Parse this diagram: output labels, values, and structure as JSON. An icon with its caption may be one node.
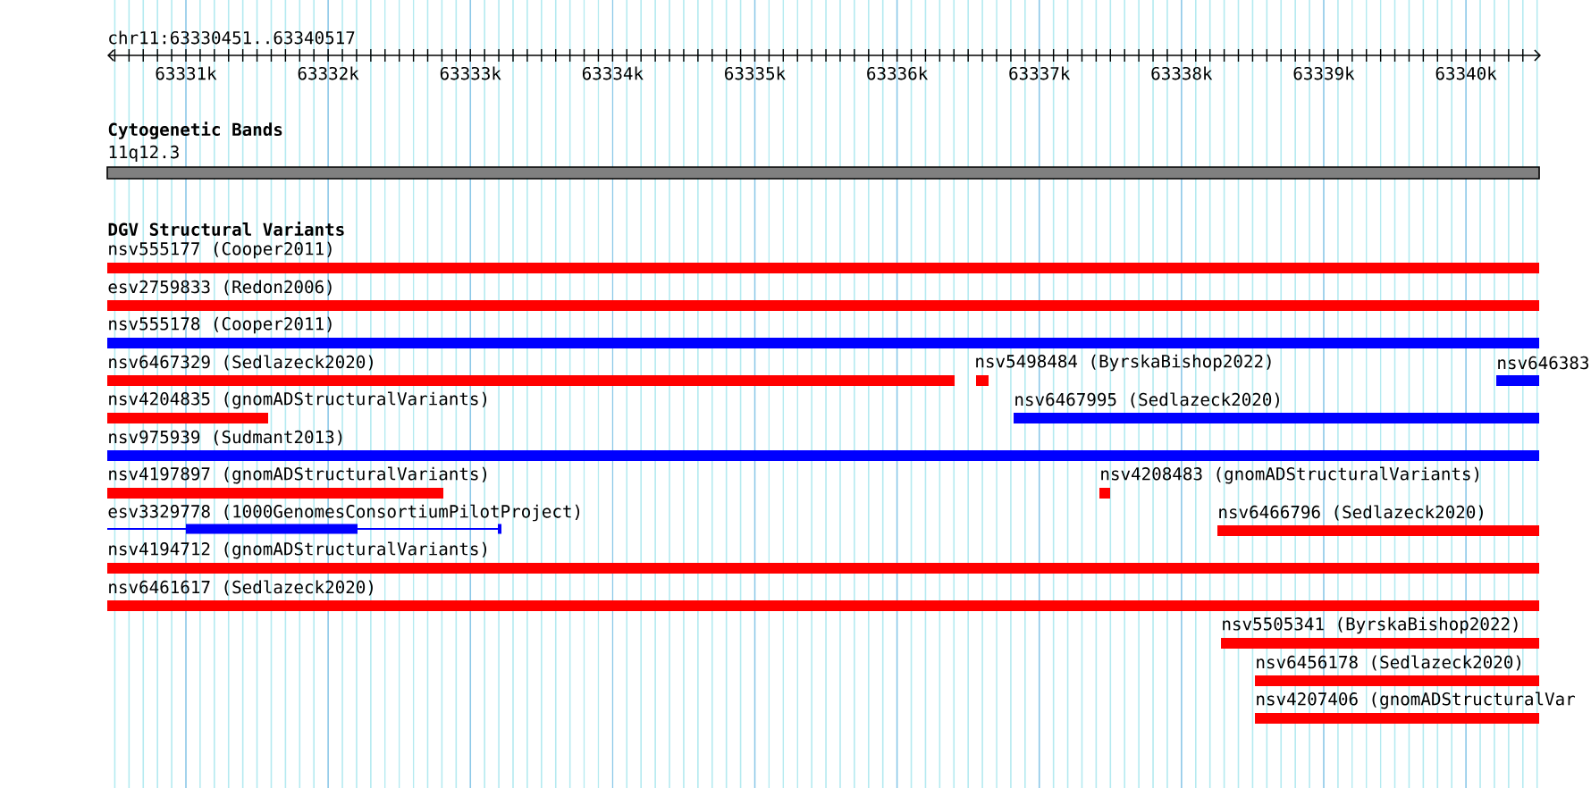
{
  "diagram": {
    "nodes": [
      {
        "text": [
          "11q12.3"
        ]
      },
      {
        "text": [
          "nsv555177 (Cooper2011)"
        ]
      },
      {
        "text": [
          "esv2759833 (Redon2006)"
        ]
      },
      {
        "text": [
          "nsv555178 (Cooper2011)"
        ]
      },
      {
        "text": [
          "nsv6467329 (Sedlazeck2020)"
        ]
      },
      {
        "text": [
          "nsv5498484 (ByrskaBishop2022)"
        ]
      },
      {
        "text": [
          "nsv646383"
        ]
      },
      {
        "text": [
          "nsv4204835 (gnomADStructuralVariants)"
        ]
      },
      {
        "text": [
          "nsv6467995 (Sedlazeck2020)"
        ]
      },
      {
        "text": [
          "nsv975939 (Sudmant2013)"
        ]
      },
      {
        "text": [
          "nsv4197897 (gnomADStructuralVariants)"
        ]
      },
      {
        "text": [
          "nsv4208483 (gnomADStructuralVariants)"
        ]
      },
      {
        "text": [
          "esv3329778 (1000GenomesConsortiumPilotProject)"
        ]
      },
      {
        "text": [
          "nsv6466796 (Sedlazeck2020)"
        ]
      },
      {
        "text": [
          "nsv4194712 (gnomADStructuralVariants)"
        ]
      },
      {
        "text": [
          "nsv6461617 (Sedlazeck2020)"
        ]
      },
      {
        "text": [
          "nsv5505341 (ByrskaBishop2022)"
        ]
      },
      {
        "text": [
          "nsv6456178 (Sedlazeck2020)"
        ]
      },
      {
        "text": [
          "nsv4207406 (gnomADStructuralVar"
        ]
      }
    ],
    "labels": [
      "chr11:63330451..63340517",
      "63331k",
      "63332k",
      "63333k",
      "63334k",
      "63335k",
      "63336k",
      "63337k",
      "63338k",
      "63339k",
      "63340k",
      "Cytogenetic Bands",
      "DGV Structural Variants"
    ]
  }
}
